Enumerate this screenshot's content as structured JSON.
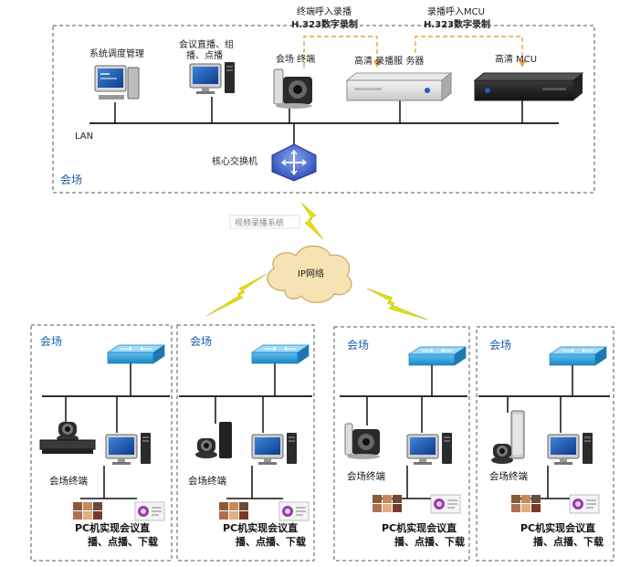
{
  "top": {
    "site_label": "会场",
    "lan_label": "LAN",
    "devices": {
      "dispatch": "系统调度管理",
      "conf_line1": "会议直播、组",
      "conf_line2": "播、点播",
      "terminal": "会场 终端",
      "recorder": "高清 录播服 务器",
      "mcu": "高清 MCU"
    },
    "switch_label": "核心交换机",
    "annotations": {
      "left_line1": "终端呼入录播",
      "left_line2": "H.323数字录制",
      "right_line1": "录播呼入MCU",
      "right_line2": "H.323数字录制"
    }
  },
  "cloud_label": "IP网络",
  "watermark": "视频录播系统",
  "sites": [
    {
      "label": "会场",
      "terminal": "会场终端",
      "pc_line1": "PC机实现会议直",
      "pc_line2": "播、点播、下载"
    },
    {
      "label": "会场",
      "terminal": "会场终端",
      "pc_line1": "PC机实现会议直",
      "pc_line2": "播、点播、下载"
    },
    {
      "label": "会场",
      "terminal": "会场终端",
      "pc_line1": "PC机实现会议直",
      "pc_line2": "播、点播、下载"
    },
    {
      "label": "会场",
      "terminal": "会场终端",
      "pc_line1": "PC机实现会议直",
      "pc_line2": "播、点播、下载"
    }
  ],
  "colors": {
    "dash_border": "#555555",
    "annotation_line": "#e8a23a",
    "lightning": "#e8e000",
    "cloud_fill": "#f6e3b4",
    "switch_blue": "#35a6e0",
    "core_switch": "#3b5fc8",
    "site_text": "#1a5aa8"
  }
}
